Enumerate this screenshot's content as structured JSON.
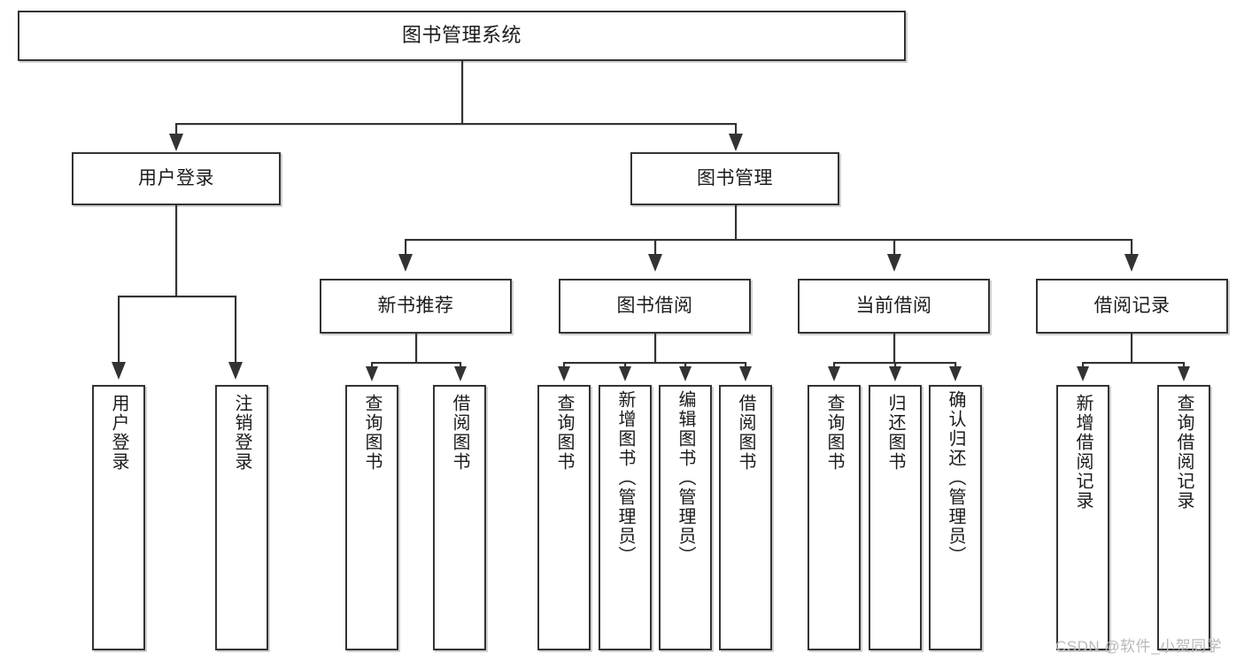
{
  "diagram": {
    "title": "图书管理系统",
    "type": "tree-hierarchy-diagram",
    "accent_border_color": "#333333",
    "background_color": "#ffffff",
    "root": {
      "label": "图书管理系统"
    },
    "level2": [
      {
        "label": "用户登录"
      },
      {
        "label": "图书管理"
      }
    ],
    "level3": [
      {
        "label": "新书推荐"
      },
      {
        "label": "图书借阅"
      },
      {
        "label": "当前借阅"
      },
      {
        "label": "借阅记录"
      }
    ],
    "leaves": {
      "user_login": [
        {
          "label": "用户登录"
        },
        {
          "label": "注销登录"
        }
      ],
      "new_book_recommend": [
        {
          "label": "查询图书"
        },
        {
          "label": "借阅图书"
        }
      ],
      "book_borrow": [
        {
          "label": "查询图书"
        },
        {
          "label": "新增图书（管理员）"
        },
        {
          "label": "编辑图书（管理员）"
        },
        {
          "label": "借阅图书"
        }
      ],
      "current_borrow": [
        {
          "label": "查询图书"
        },
        {
          "label": "归还图书"
        },
        {
          "label": "确认归还（管理员）"
        }
      ],
      "borrow_record": [
        {
          "label": "新增借阅记录"
        },
        {
          "label": "查询借阅记录"
        }
      ]
    }
  },
  "watermark": {
    "text": "CSDN @软件_小贺同学"
  }
}
